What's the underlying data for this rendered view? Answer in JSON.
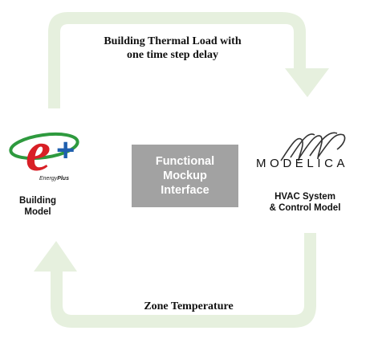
{
  "cycle": {
    "top_label_line1": "Building Thermal Load with",
    "top_label_line2": "one time step delay",
    "bottom_label": "Zone Temperature"
  },
  "building": {
    "logo_letter": "e",
    "logo_plus": "+",
    "logo_sub_energy": "Energy",
    "logo_sub_plus": "Plus",
    "label_line1": "Building",
    "label_line2": "Model"
  },
  "fmi": {
    "line1": "Functional",
    "line2": "Mockup",
    "line3": "Interface"
  },
  "hvac": {
    "logo_text": "MODELICA",
    "label_line1": "HVAC System",
    "label_line2": "& Control Model"
  },
  "colors": {
    "arrow": "#e6f0de",
    "fmi_box": "#a2a2a2",
    "eplus_red": "#d81f26",
    "eplus_green": "#2e9a3e",
    "eplus_blue": "#1f5fae"
  }
}
